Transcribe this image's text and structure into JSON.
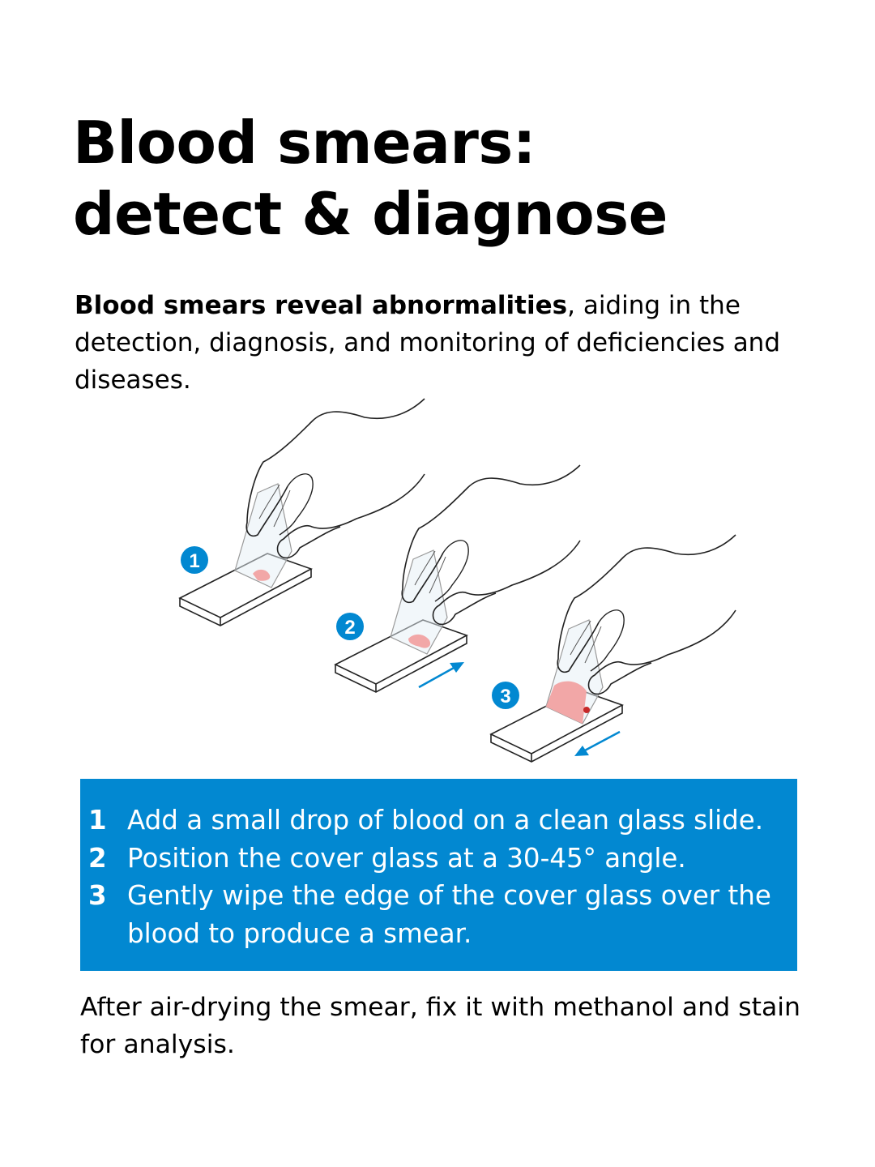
{
  "title": {
    "line1": "Blood smears:",
    "line2": "detect & diagnose"
  },
  "intro": {
    "bold": "Blood smears reveal abnormalities",
    "rest": ", aiding in the detection, diagnosis, and monitoring of deficiencies and diseases."
  },
  "illustration": {
    "badges": [
      "1",
      "2",
      "3"
    ],
    "colors": {
      "badge": "#0288d1",
      "blood": "#f2a7a7",
      "blood_dark": "#c62828",
      "arrow": "#0288d1"
    }
  },
  "steps": [
    {
      "num": "1",
      "text": "Add a small drop of blood on a clean glass slide."
    },
    {
      "num": "2",
      "text": "Position the cover glass at a 30-45° angle."
    },
    {
      "num": "3",
      "text": "Gently wipe the edge of the cover glass over the blood to produce a smear."
    }
  ],
  "outro": "After air-drying the smear, fix it with methanol and stain for analysis.",
  "colors": {
    "accent": "#0288d1",
    "text": "#000000",
    "background": "#ffffff"
  }
}
